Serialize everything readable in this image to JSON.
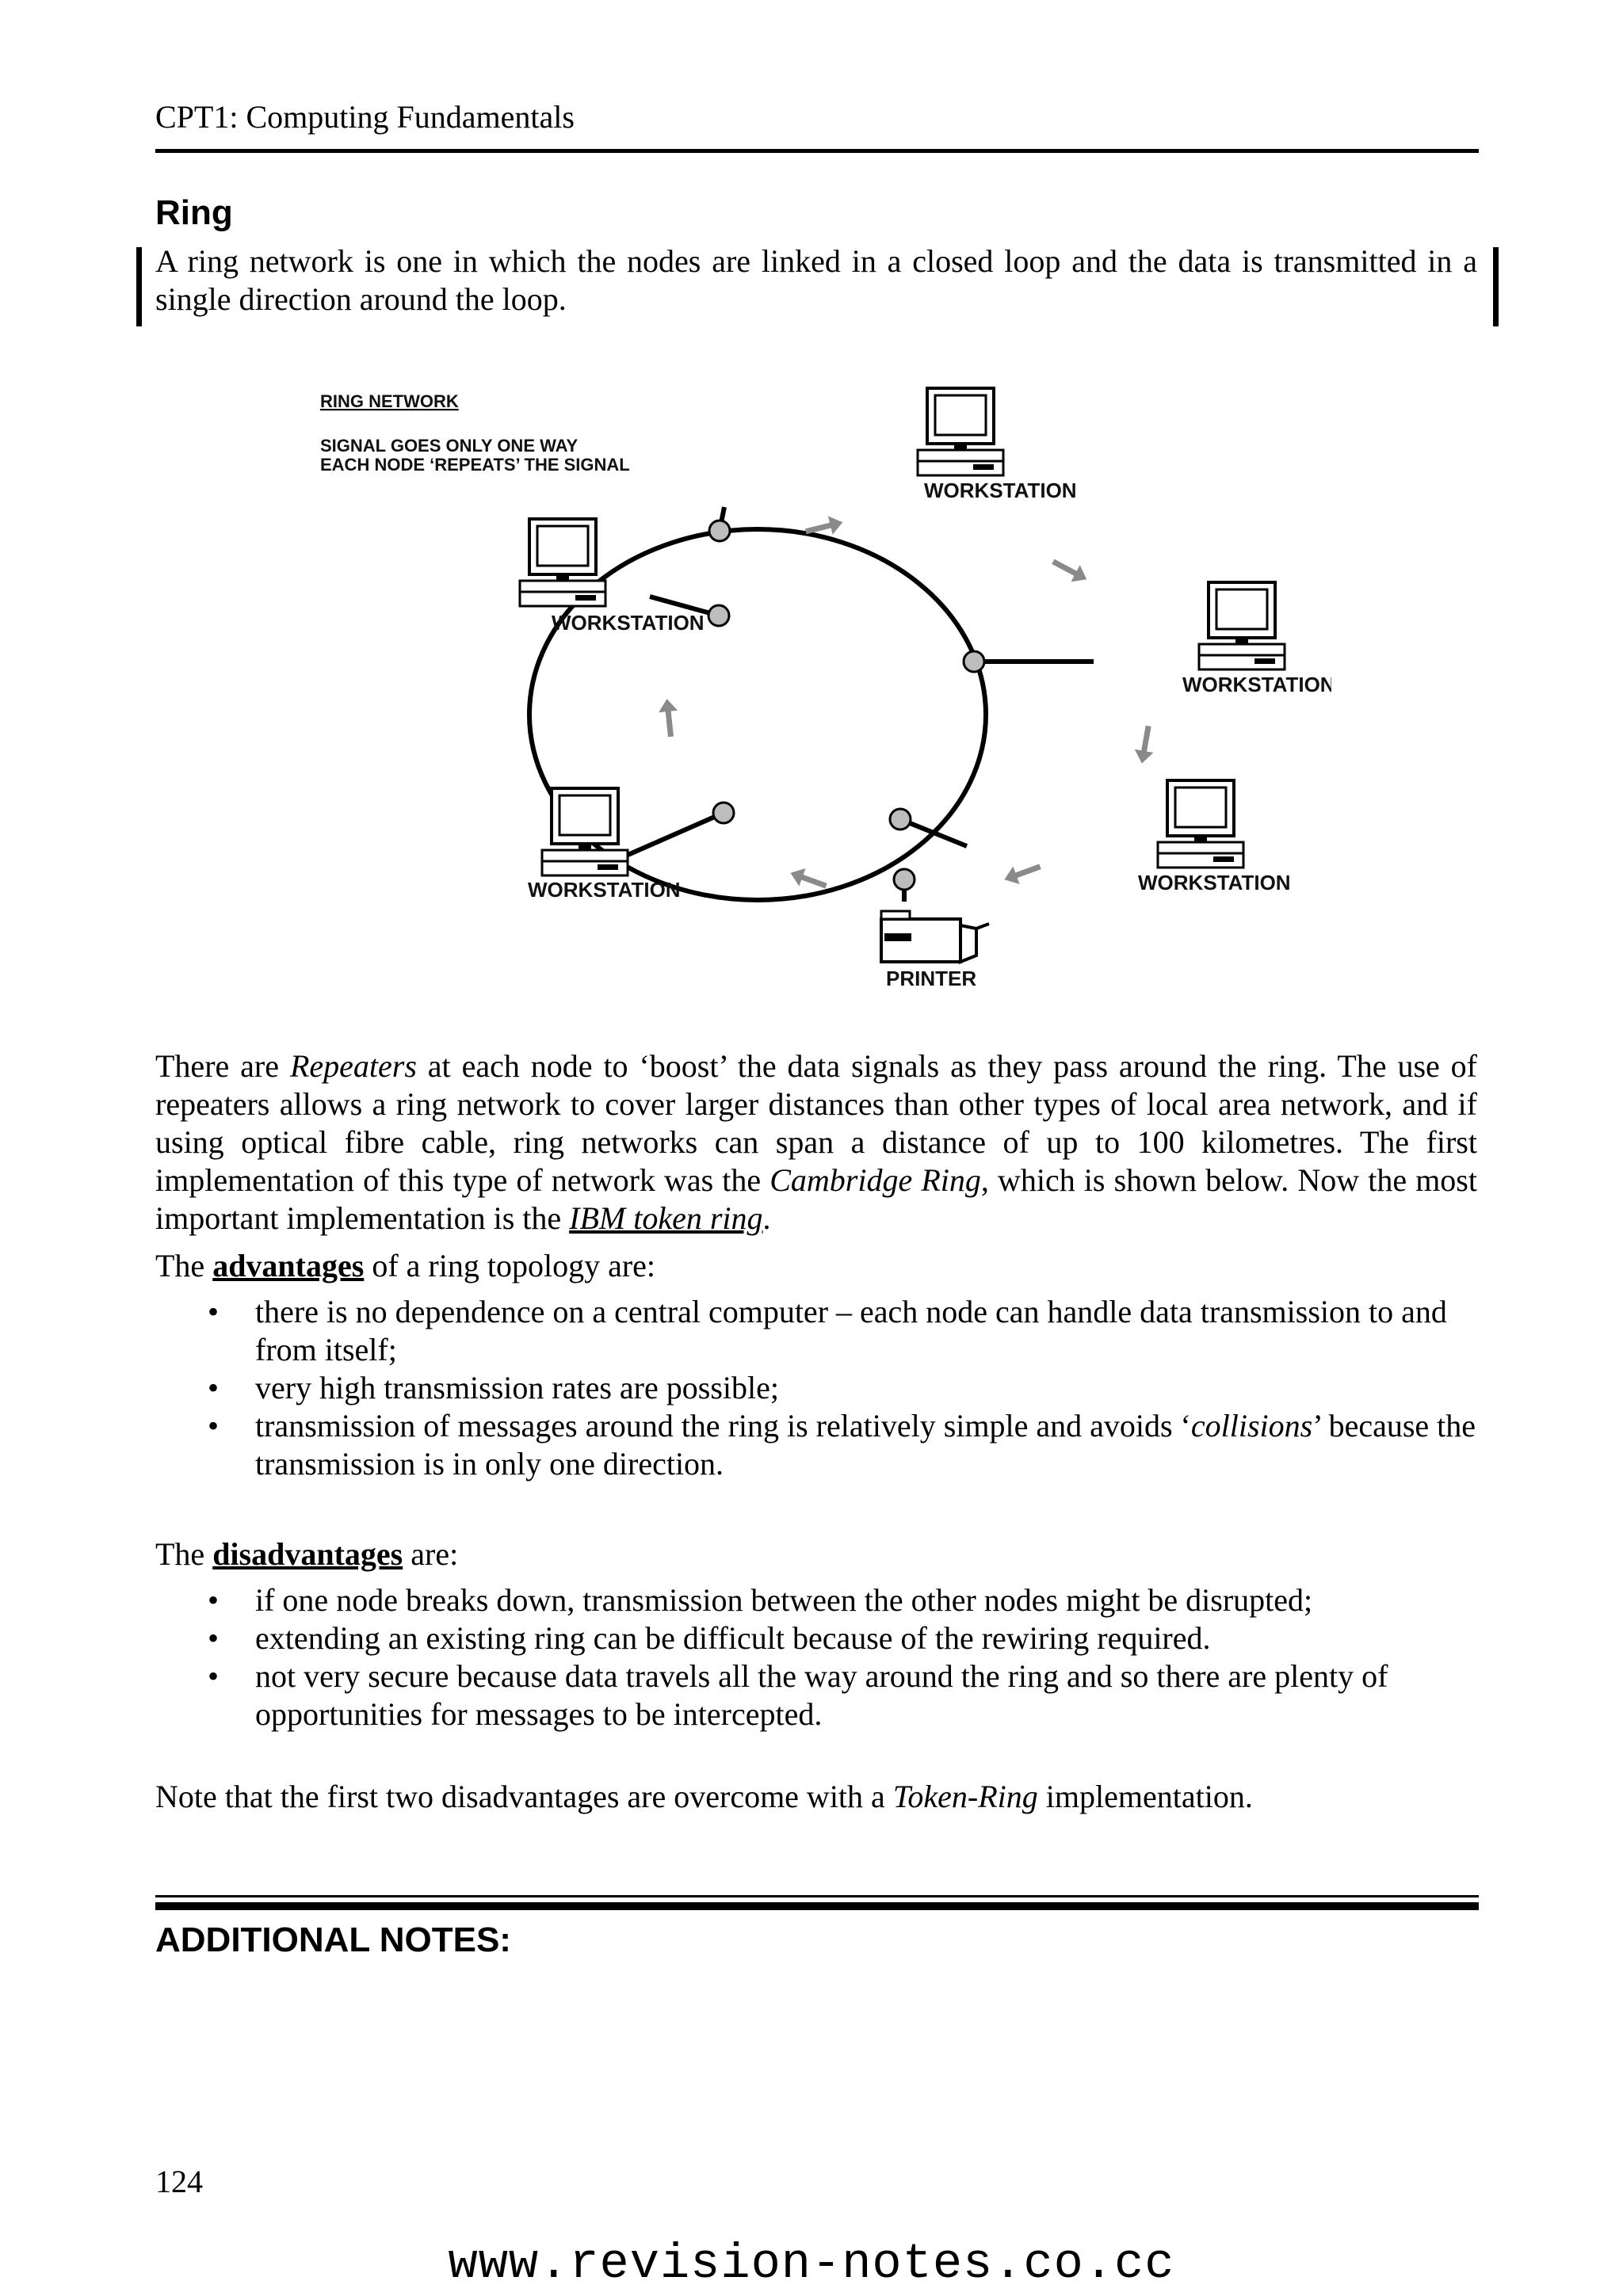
{
  "header": {
    "running_title": "CPT1: Computing Fundamentals"
  },
  "section": {
    "title": "Ring",
    "intro": "A ring network is one in which the nodes are linked in a closed loop and the data is transmitted in a single direction around the loop."
  },
  "diagram": {
    "caption_title": "RING NETWORK",
    "caption_line1": "SIGNAL GOES ONLY ONE WAY",
    "caption_line2": "EACH NODE ‘REPEATS’ THE SIGNAL",
    "node_labels": {
      "top": "WORKSTATION",
      "upper_left": "WORKSTATION",
      "upper_right": "WORKSTATION",
      "lower_left": "WORKSTATION",
      "lower_right": "WORKSTATION",
      "bottom": "PRINTER"
    }
  },
  "body": {
    "p1_a": "There are ",
    "p1_repeaters": "Repeaters",
    "p1_b": " at each node to ‘boost’ the data signals as they pass around the ring. The use of repeaters allows a ring network to cover larger distances than other types of local area network, and if using optical fibre cable, ring networks can span a distance of up to 100 kilometres. The first implementation of this type of network was the ",
    "p1_cambridge": "Cambridge Ring",
    "p1_c": ", which is shown below. Now the most important implementation is the ",
    "p1_ibm": "IBM token ring",
    "p1_d": "."
  },
  "advantages": {
    "lead_a": "The ",
    "keyword": "advantages",
    "lead_b": " of a ring topology are:",
    "bullet_glyph": "•",
    "item1": "there is no dependence on a central computer – each node can handle data transmission to and from itself;",
    "item2": "very high transmission rates are possible;",
    "item3_a": "transmission of messages around the ring is relatively simple and avoids ‘",
    "item3_italic": "collisions",
    "item3_b": "’ because the transmission is in only one direction."
  },
  "disadvantages": {
    "lead_a": "The ",
    "keyword": "disadvantages",
    "lead_b": " are:",
    "item1": "if one node breaks down, transmission between the other nodes might be disrupted;",
    "item2": "extending an existing ring can be difficult because of the rewiring required.",
    "item3": "not very secure because data travels all the way around the ring and so there are plenty of opportunities for messages to be intercepted."
  },
  "note": {
    "a": "Note that the first two disadvantages are overcome with a ",
    "italic": "Token-Ring",
    "b": " implementation."
  },
  "notes_section": {
    "title": "ADDITIONAL NOTES:"
  },
  "footer": {
    "page_number": "124",
    "url": "www.revision-notes.co.cc"
  }
}
